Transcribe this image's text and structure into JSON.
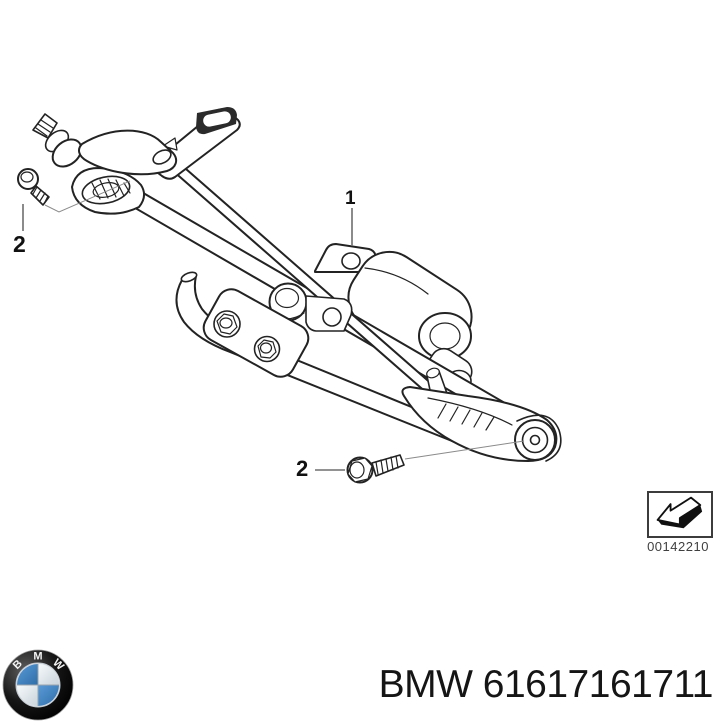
{
  "colors": {
    "line": "#232323",
    "label": "#111111",
    "logo_blue": "#3f87c5",
    "logo_silver": "#edf2f5",
    "logo_ring": "#0a0a0a"
  },
  "diagram": {
    "callouts": {
      "motor_assembly": "1",
      "bolt_top": "2",
      "bolt_bottom": "2"
    },
    "ref": {
      "number": "00142210"
    }
  },
  "footer": {
    "part_text": "BMW 61617161711",
    "logo_letters": [
      "B",
      "M",
      "W"
    ]
  }
}
